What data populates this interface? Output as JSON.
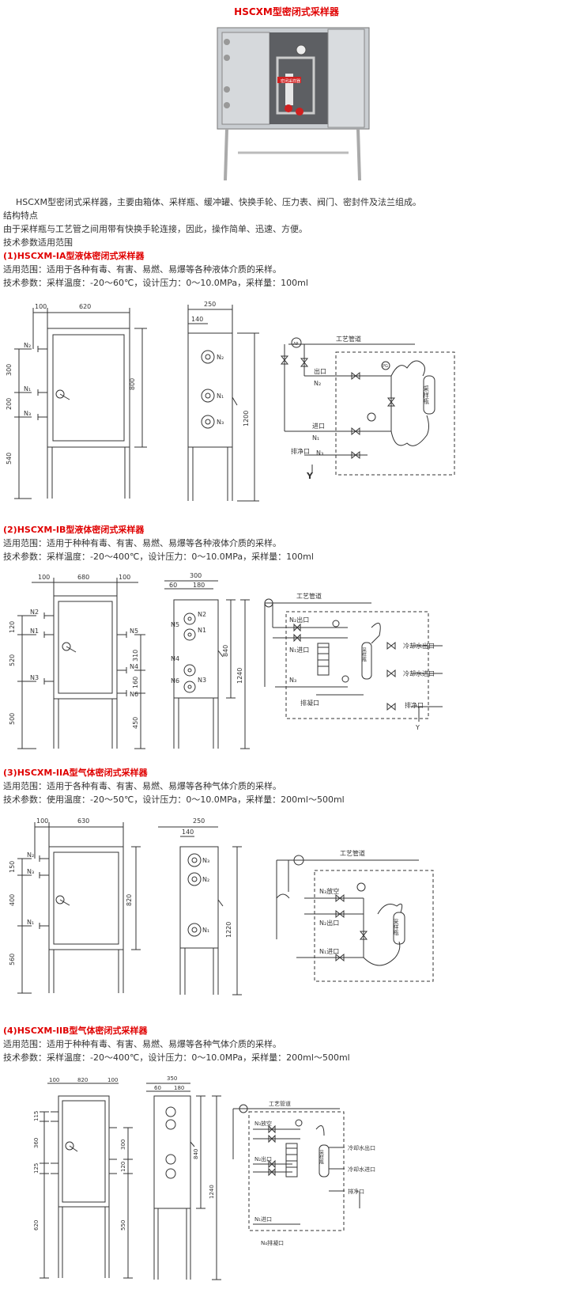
{
  "title": "HSCXM型密闭式采样器",
  "intro": "HSCXM型密闭式采样器，主要由箱体、采样瓶、缓冲罐、快换手轮、压力表、阀门、密封件及法兰组成。",
  "features_heading": "结构特点",
  "features_text": "由于采样瓶与工艺管之间用带有快换手轮连接，因此，操作简单、迅速、方便。",
  "params_heading": "技术参数适用范围",
  "photo_label": "密闭采样器",
  "sections": [
    {
      "heading": "(1)HSCXM-IA型液体密闭式采样器",
      "scope": "适用范围：适用于各种有毒、有害、易燃、易爆等各种液体介质的采样。",
      "params": "技术参数：采样温度：-20～60℃，设计压力：0～10.0MPa，采样量：100ml",
      "front": {
        "d1": "100",
        "d2": "620",
        "d3": "800",
        "d4": "300",
        "d5": "200",
        "d6": "540",
        "n1": "N₂",
        "n2": "N₁",
        "n3": "N₃"
      },
      "side": {
        "d1": "250",
        "d2": "140",
        "d3": "1200",
        "n1": "N₂",
        "n2": "N₁",
        "n3": "N₃"
      },
      "schem": {
        "pipe": "工艺管道",
        "p1": "出口",
        "p1n": "N₂",
        "p2": "进口",
        "p2n": "N₁",
        "p3": "排净口",
        "p3n": "N₃",
        "y": "Y",
        "bottle": "采样瓶",
        "ap": "AP",
        "pg": "PG"
      }
    },
    {
      "heading": "(2)HSCXM-IB型液体密闭式采样器",
      "scope": "适用范围：适用于种种有毒、有害、易燃、易爆等各种液体介质的采样。",
      "params": "技术参数：采样温度：-20～400℃，设计压力：0～10.0MPa，采样量：100ml",
      "front": {
        "d1": "100",
        "d2": "680",
        "d3": "100",
        "d4": "120",
        "d5": "520",
        "d6": "500",
        "d7": "310",
        "d8": "160",
        "d9": "450",
        "n1": "N2",
        "n2": "N1",
        "n3": "N3",
        "n4": "N5",
        "n5": "N4",
        "n6": "N6"
      },
      "side": {
        "d1": "300",
        "d2": "60",
        "d3": "180",
        "d4": "840",
        "d5": "1240",
        "n1": "N2",
        "n2": "N5",
        "n3": "N1",
        "n4": "N4",
        "n5": "N6",
        "n6": "N3"
      },
      "schem": {
        "pipe": "工艺管道",
        "p1": "N₂出口",
        "p2": "N₁进口",
        "p3": "N₃",
        "p4": "排凝口",
        "r1": "冷却水出口",
        "r2": "冷却水进口",
        "r3": "排净口",
        "y": "Y",
        "bottle": "采样瓶"
      }
    },
    {
      "heading": "(3)HSCXM-IIA型气体密闭式采样器",
      "scope": "适用范围：适用于各种有毒、有害、易燃、易爆等各种气体介质的采样。",
      "params": "技术参数：使用温度：-20～50℃，设计压力：0～10.0MPa，采样量：200ml～500ml",
      "front": {
        "d1": "100",
        "d2": "630",
        "d3": "820",
        "d4": "150",
        "d5": "400",
        "d6": "560",
        "n1": "N₂",
        "n2": "N₃",
        "n3": "N₁"
      },
      "side": {
        "d1": "250",
        "d2": "140",
        "d3": "1220",
        "n1": "N₃",
        "n2": "N₂",
        "n3": "N₁"
      },
      "schem": {
        "pipe": "工艺管道",
        "p1": "N₃放空",
        "p2": "N₂出口",
        "p3": "N₁进口",
        "bottle": "采样瓶"
      }
    },
    {
      "heading": "(4)HSCXM-IIB型气体密闭式采样器",
      "scope": "适用范围：适用于种种有毒、有害、易燃、易爆等各种气体介质的采样。",
      "params": "技术参数：采样温度：-20～400℃，设计压力：0～10.0MPa，采样量：200ml～500ml",
      "front": {
        "d1": "100",
        "d2": "820",
        "d3": "100",
        "d4": "115",
        "d5": "360",
        "d6": "125",
        "d7": "620",
        "d8": "300",
        "d9": "120",
        "d10": "550"
      },
      "side": {
        "d1": "350",
        "d2": "60",
        "d3": "180",
        "d4": "840",
        "d5": "1240"
      },
      "schem": {
        "pipe": "工艺管道",
        "p1": "N₃放空",
        "p2": "N₂出口",
        "p3": "N₁进口",
        "p4": "N₄排凝口",
        "r1": "冷却水出口",
        "r2": "冷却水进口",
        "r3": "排净口",
        "bottle": "采样瓶"
      }
    }
  ]
}
